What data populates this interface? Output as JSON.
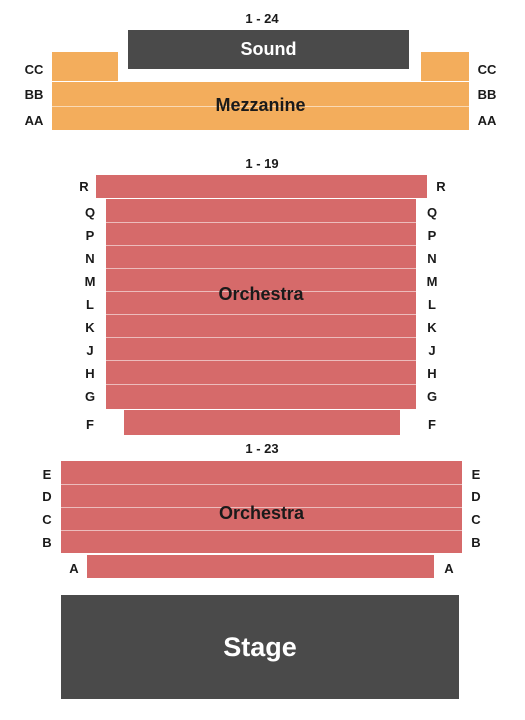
{
  "mezzanine": {
    "seat_range": "1 - 24",
    "sound_label": "Sound",
    "section_label": "Mezzanine",
    "rows": [
      "CC",
      "BB",
      "AA"
    ]
  },
  "orchestra_upper": {
    "seat_range": "1 - 19",
    "section_label": "Orchestra",
    "rows": [
      "R",
      "Q",
      "P",
      "N",
      "M",
      "L",
      "K",
      "J",
      "H",
      "G",
      "F"
    ]
  },
  "orchestra_lower": {
    "seat_range": "1 - 23",
    "section_label": "Orchestra",
    "rows": [
      "E",
      "D",
      "C",
      "B",
      "A"
    ]
  },
  "stage": {
    "label": "Stage"
  },
  "colors": {
    "mezzanine": "#f3ad5c",
    "orchestra": "#d66a6a",
    "stage": "#4a4a4a"
  }
}
